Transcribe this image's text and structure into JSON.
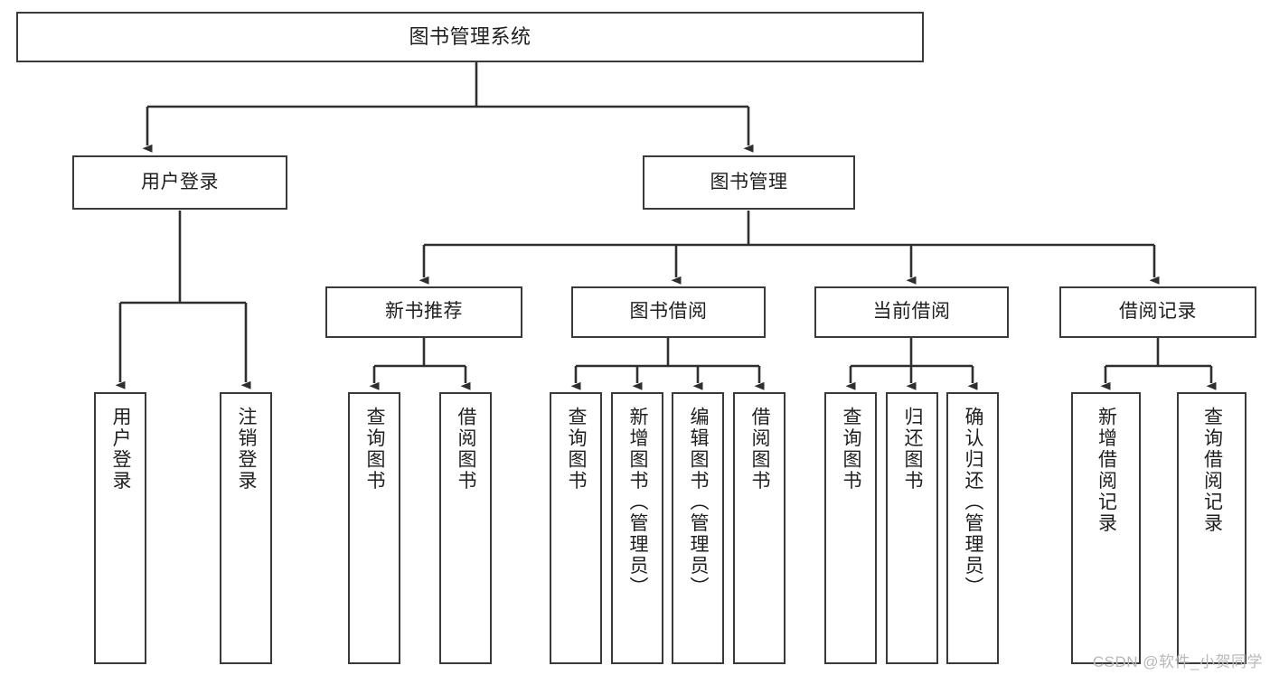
{
  "diagram": {
    "title": "图书管理系统",
    "type": "tree",
    "colors": {
      "box_border": "#3a3a3a",
      "box_fill": "#ffffff",
      "edge": "#2f2f2f",
      "text": "#1f1f1f",
      "watermark": "#b9b9b9"
    },
    "watermark": "CSDN @软件_小贺同学",
    "nodes": {
      "root": {
        "label": "图书管理系统"
      },
      "level1": [
        {
          "id": "user-login",
          "label": "用户登录"
        },
        {
          "id": "book-manage",
          "label": "图书管理"
        }
      ],
      "level2": [
        {
          "id": "new-book-recommend",
          "label": "新书推荐"
        },
        {
          "id": "book-borrow",
          "label": "图书借阅"
        },
        {
          "id": "current-borrow",
          "label": "当前借阅"
        },
        {
          "id": "borrow-record",
          "label": "借阅记录"
        }
      ],
      "leaves": {
        "user-login": [
          {
            "id": "leaf-user-login",
            "label": "用户登录"
          },
          {
            "id": "leaf-user-logout",
            "label": "注销登录"
          }
        ],
        "new-book-recommend": [
          {
            "id": "leaf-query-book-1",
            "label": "查询图书"
          },
          {
            "id": "leaf-borrow-book-1",
            "label": "借阅图书"
          }
        ],
        "book-borrow": [
          {
            "id": "leaf-query-book-2",
            "label": "查询图书"
          },
          {
            "id": "leaf-add-book",
            "label": "新增图书（管理员）"
          },
          {
            "id": "leaf-edit-book",
            "label": "编辑图书（管理员）"
          },
          {
            "id": "leaf-borrow-book-2",
            "label": "借阅图书"
          }
        ],
        "current-borrow": [
          {
            "id": "leaf-query-book-3",
            "label": "查询图书"
          },
          {
            "id": "leaf-return-book",
            "label": "归还图书"
          },
          {
            "id": "leaf-confirm-return",
            "label": "确认归还（管理员）"
          }
        ],
        "borrow-record": [
          {
            "id": "leaf-add-record",
            "label": "新增借阅记录"
          },
          {
            "id": "leaf-query-record",
            "label": "查询借阅记录"
          }
        ]
      }
    }
  }
}
